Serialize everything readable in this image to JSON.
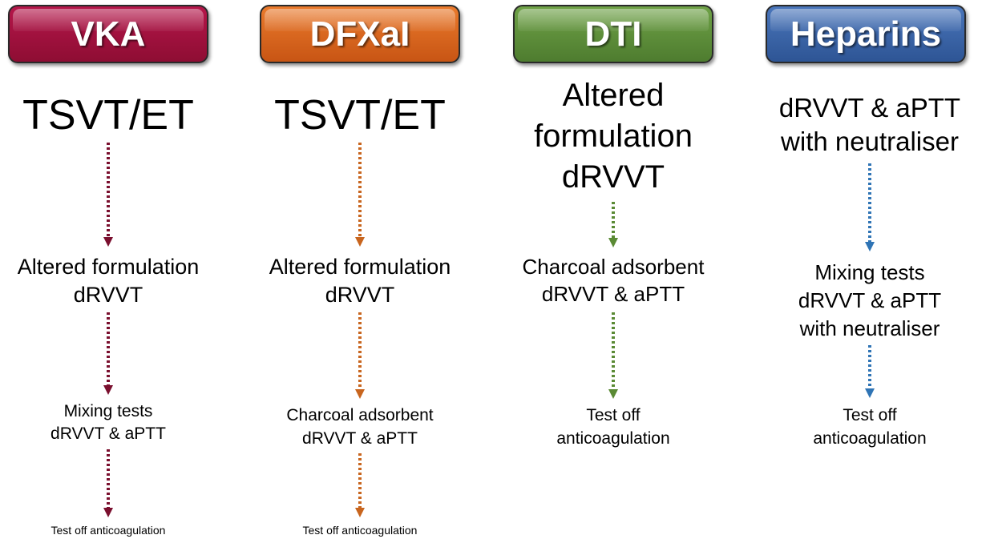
{
  "columns": [
    {
      "header": "VKA",
      "color": "#a0103a",
      "arrow_color": "#7a0f2e",
      "steps": [
        {
          "lines": [
            "TSVT/ET"
          ]
        },
        {
          "lines": [
            "Altered formulation",
            "dRVVT"
          ]
        },
        {
          "lines": [
            "Mixing tests",
            "dRVVT & aPTT"
          ]
        },
        {
          "lines": [
            "Test off anticoagulation"
          ]
        }
      ]
    },
    {
      "header": "DFXaI",
      "color": "#d9621e",
      "arrow_color": "#c8651e",
      "steps": [
        {
          "lines": [
            "TSVT/ET"
          ]
        },
        {
          "lines": [
            "Altered formulation",
            "dRVVT"
          ]
        },
        {
          "lines": [
            "Charcoal adsorbent",
            "dRVVT & aPTT"
          ]
        },
        {
          "lines": [
            "Test off anticoagulation"
          ]
        }
      ]
    },
    {
      "header": "DTI",
      "color": "#5e8f3a",
      "arrow_color": "#5a8a34",
      "steps": [
        {
          "lines": [
            "Altered",
            "formulation",
            "dRVVT"
          ]
        },
        {
          "lines": [
            "Charcoal adsorbent",
            "dRVVT & aPTT"
          ]
        },
        {
          "lines": [
            "Test off",
            "anticoagulation"
          ]
        }
      ]
    },
    {
      "header": "Heparins",
      "color": "#3a63a8",
      "arrow_color": "#2f74b5",
      "steps": [
        {
          "lines": [
            "dRVVT & aPTT",
            "with neutraliser"
          ]
        },
        {
          "lines": [
            "Mixing tests",
            "dRVVT & aPTT",
            "with neutraliser"
          ]
        },
        {
          "lines": [
            "Test off",
            "anticoagulation"
          ]
        }
      ]
    }
  ]
}
